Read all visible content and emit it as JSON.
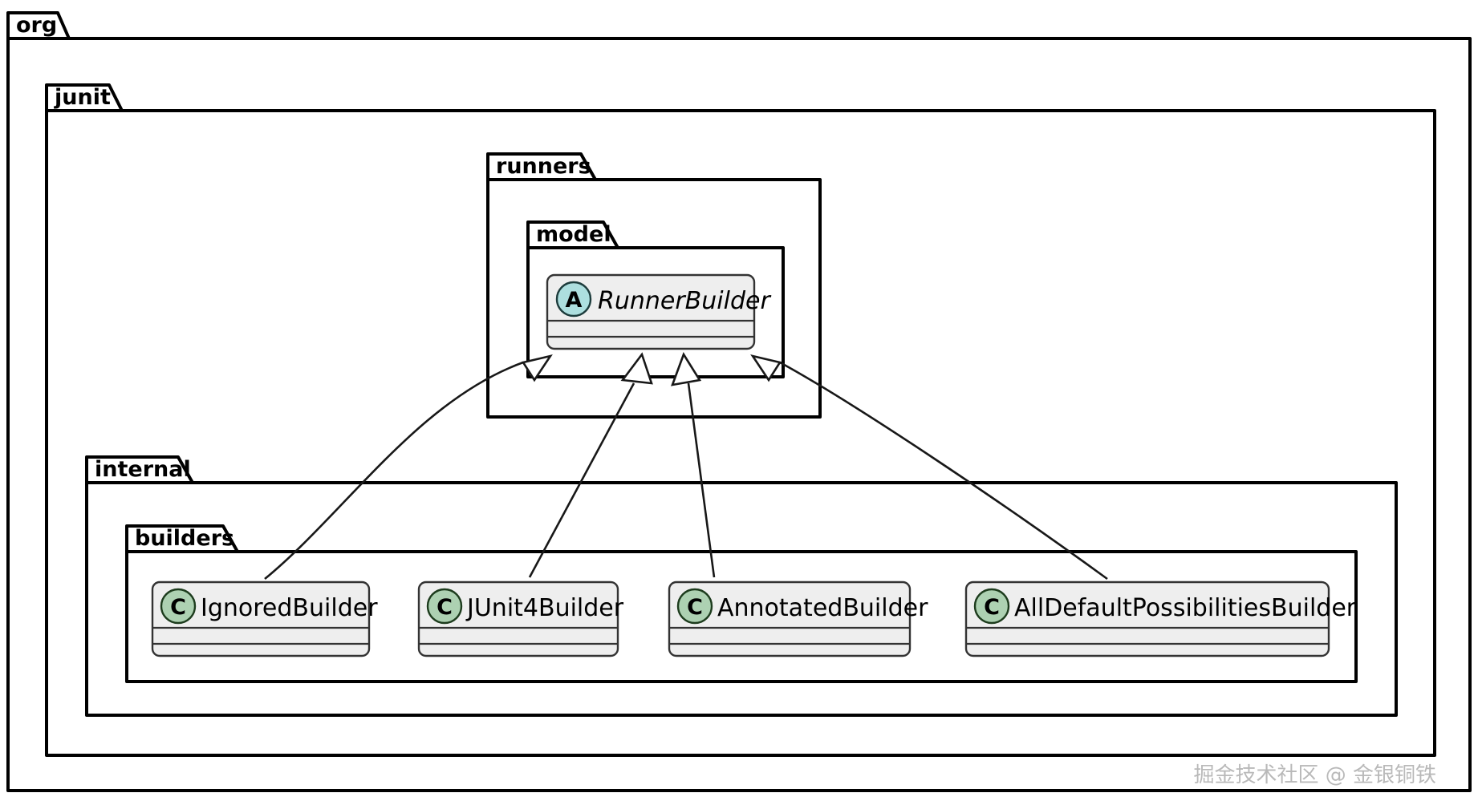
{
  "diagram": {
    "kind": "uml-class-diagram",
    "title": "org.junit RunnerBuilder hierarchy",
    "background": "#ffffff",
    "line_color": "#181818",
    "package_fill": "#ffffff",
    "class_fill": "#eeeeee",
    "abstract_badge_color": "#ADDFDF",
    "class_badge_color": "#ADD1B2"
  },
  "packages": [
    {
      "id": "org",
      "label": "org"
    },
    {
      "id": "junit",
      "label": "junit"
    },
    {
      "id": "runners",
      "label": "runners"
    },
    {
      "id": "model",
      "label": "model"
    },
    {
      "id": "internal",
      "label": "internal"
    },
    {
      "id": "builders",
      "label": "builders"
    }
  ],
  "classes": [
    {
      "id": "runner-builder",
      "name": "RunnerBuilder",
      "stereotype": "abstract",
      "badge_letter": "A",
      "badge_color": "#ADDFDF",
      "italic": true,
      "package": "model",
      "attributes": [],
      "methods": []
    },
    {
      "id": "ignored-builder",
      "name": "IgnoredBuilder",
      "stereotype": "class",
      "badge_letter": "C",
      "badge_color": "#ADD1B2",
      "italic": false,
      "package": "builders",
      "attributes": [],
      "methods": []
    },
    {
      "id": "junit4-builder",
      "name": "JUnit4Builder",
      "stereotype": "class",
      "badge_letter": "C",
      "badge_color": "#ADD1B2",
      "italic": false,
      "package": "builders",
      "attributes": [],
      "methods": []
    },
    {
      "id": "annotated-builder",
      "name": "AnnotatedBuilder",
      "stereotype": "class",
      "badge_letter": "C",
      "badge_color": "#ADD1B2",
      "italic": false,
      "package": "builders",
      "attributes": [],
      "methods": []
    },
    {
      "id": "all-default-possibilities-builder",
      "name": "AllDefaultPossibilitiesBuilder",
      "stereotype": "class",
      "badge_letter": "C",
      "badge_color": "#ADD1B2",
      "italic": false,
      "package": "builders",
      "attributes": [],
      "methods": []
    }
  ],
  "relationships": [
    {
      "type": "generalization",
      "from": "IgnoredBuilder",
      "to": "RunnerBuilder"
    },
    {
      "type": "generalization",
      "from": "JUnit4Builder",
      "to": "RunnerBuilder"
    },
    {
      "type": "generalization",
      "from": "AnnotatedBuilder",
      "to": "RunnerBuilder"
    },
    {
      "type": "generalization",
      "from": "AllDefaultPossibilitiesBuilder",
      "to": "RunnerBuilder"
    }
  ],
  "watermark": {
    "text": "掘金技术社区 @ 金银铜铁",
    "color": "#b9b9b9"
  }
}
